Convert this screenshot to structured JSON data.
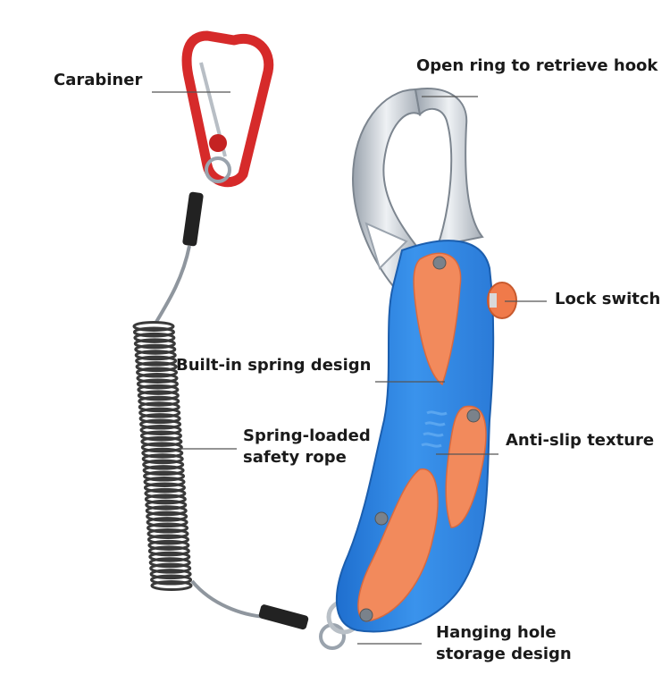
{
  "callouts": {
    "carabiner": "Carabiner",
    "open_ring": "Open ring to retrieve hook",
    "lock_switch": "Lock switch",
    "spring_design": "Built-in spring design",
    "safety_rope_line1": "Spring-loaded",
    "safety_rope_line2": "safety rope",
    "anti_slip": "Anti-slip texture",
    "hanging_hole_line1": "Hanging hole",
    "hanging_hole_line2": "storage design"
  },
  "colors": {
    "carabiner_red": "#d62a2a",
    "handle_blue": "#2f86e0",
    "grip_orange": "#f28a5c",
    "steel": "#c9cfd6",
    "rope_dark": "#3a3a3a"
  }
}
